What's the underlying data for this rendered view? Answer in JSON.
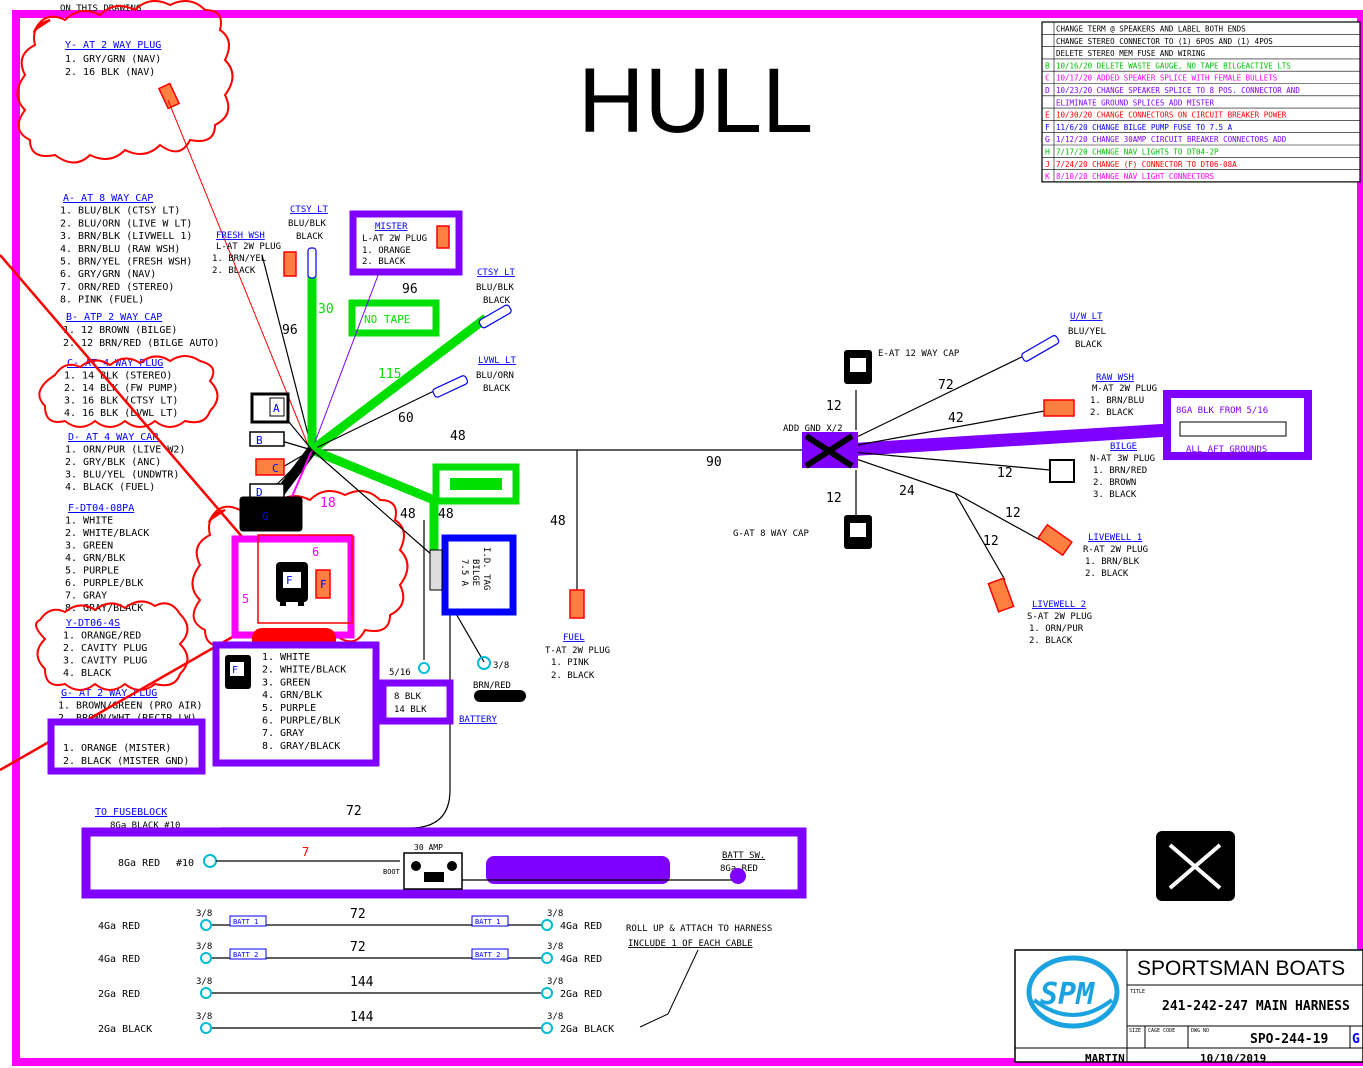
{
  "page_title": "HULL",
  "top_note": "ON THIS DRAWING",
  "revision_block": {
    "rows": [
      {
        "rev": "",
        "text": "CHANGE TERM @ SPEAKERS AND LABEL BOTH ENDS",
        "color": "#000000"
      },
      {
        "rev": "",
        "text": "CHANGE STEREO CONNECTOR TO (1) 6POS AND (1) 4POS",
        "color": "#000000"
      },
      {
        "rev": "",
        "text": "DELETE STEREO MEM FUSE AND WIRING",
        "color": "#000000"
      },
      {
        "rev": "B",
        "text": "10/16/20 DELETE WASTE GAUGE, NO TAPE BILGEACTIVE LTS",
        "color": "#00c000"
      },
      {
        "rev": "C",
        "text": "10/17/20 ADDED SPEAKER SPLICE WITH FEMALE BULLETS",
        "color": "#ff00ff"
      },
      {
        "rev": "D",
        "text": "10/23/20 CHANGE SPEAKER SPLICE TO 8 POS. CONNECTOR AND",
        "color": "#8000ff"
      },
      {
        "rev": "",
        "text": "ELIMINATE GROUND SPLICES ADD MISTER",
        "color": "#8000ff"
      },
      {
        "rev": "E",
        "text": "10/30/20 CHANGE CONNECTORS ON CIRCUIT BREAKER POWER",
        "color": "#ff0000"
      },
      {
        "rev": "F",
        "text": "11/6/20 CHANGE BILGE PUMP FUSE TO 7.5 A",
        "color": "#0000ff"
      },
      {
        "rev": "G",
        "text": "1/12/20 CHANGE 30AMP CIRCUIT BREAKER CONNECTORS ADD",
        "color": "#8000ff"
      },
      {
        "rev": "H",
        "text": "7/17/20 CHANGE NAV LIGHTS TO DT04-2P",
        "color": "#00c000"
      },
      {
        "rev": "J",
        "text": "7/24/20 CHANGE (F) CONNECTOR TO DT06-08A",
        "color": "#ff0000"
      },
      {
        "rev": "K",
        "text": "8/10/20 CHANGE NAV LIGHT CONNECTORS",
        "color": "#ff00ff"
      }
    ]
  },
  "connector_y": {
    "title": "Y- AT 2 WAY PLUG",
    "lines": [
      "1. GRY/GRN (NAV)",
      "2. 16 BLK (NAV)"
    ]
  },
  "connector_a": {
    "title": "A- AT 8 WAY CAP",
    "lines": [
      "1. BLU/BLK (CTSY LT)",
      "2. BLU/ORN (LIVE W LT)",
      "3. BRN/BLK (LIVWELL 1)",
      "4. BRN/BLU (RAW WSH)",
      "5. BRN/YEL (FRESH WSH)",
      "6. GRY/GRN (NAV)",
      "7. ORN/RED (STEREO)",
      "8. PINK (FUEL)"
    ]
  },
  "connector_b": {
    "title": "B- ATP 2 WAY CAP",
    "lines": [
      "1. 12 BROWN (BILGE)",
      "2. 12 BRN/RED (BILGE AUTO)"
    ]
  },
  "connector_c": {
    "title": "C- AT 4 WAY PLUG",
    "lines": [
      "1. 14 BLK (STEREO)",
      "2. 14 BLK (FW PUMP)",
      "3. 16 BLK (CTSY LT)",
      "4. 16 BLK (LVWL LT)"
    ]
  },
  "connector_d": {
    "title": "D- AT 4 WAY CAP",
    "lines": [
      "1. ORN/PUR (LIVE W2)",
      "2. GRY/BLK (ANC)",
      "3. BLU/YEL (UNDWTR)",
      "4. BLACK (FUEL)"
    ]
  },
  "connector_f": {
    "title": "F-DT04-08PA",
    "lines": [
      "1. WHITE",
      "2. WHITE/BLACK",
      "3. GREEN",
      "4. GRN/BLK",
      "5. PURPLE",
      "6. PURPLE/BLK",
      "7. GRAY",
      "8. GRAY/BLACK"
    ]
  },
  "connector_ydt": {
    "title": "Y-DT06-4S",
    "lines": [
      "1. ORANGE/RED",
      "2. CAVITY PLUG",
      "3. CAVITY PLUG",
      "4. BLACK"
    ]
  },
  "connector_g": {
    "title": "G- AT 2 WAY PLUG",
    "lines": [
      "1. BROWN/GREEN (PRO AIR)",
      "2. BROWN/WHT (RECIR LW)"
    ]
  },
  "connector_mister": {
    "lines": [
      "1. ORANGE (MISTER)",
      "2. BLACK (MISTER GND)"
    ]
  },
  "connector_f_lower": {
    "lines": [
      "1. WHITE",
      "2. WHITE/BLACK",
      "3. GREEN",
      "4. GRN/BLK",
      "5. PURPLE",
      "6. PURPLE/BLK",
      "7. GRAY",
      "8. GRAY/BLACK"
    ]
  },
  "ctsy_lt_1": {
    "title": "CTSY LT",
    "lines": [
      "BLU/BLK",
      "BLACK"
    ]
  },
  "fresh_wsh": {
    "title": "FRESH WSH",
    "lines": [
      "L-AT 2W PLUG",
      "1. BRN/YEL",
      "2. BLACK"
    ]
  },
  "mister": {
    "title": "MISTER",
    "lines": [
      "L-AT 2W PLUG",
      "1. ORANGE",
      "2. BLACK"
    ]
  },
  "ctsy_lt_2": {
    "title": "CTSY LT",
    "lines": [
      "BLU/BLK",
      "BLACK"
    ]
  },
  "lvwl_lt": {
    "title": "LVWL LT",
    "lines": [
      "BLU/ORN",
      "BLACK"
    ]
  },
  "uw_lt": {
    "title": "U/W LT",
    "lines": [
      "BLU/YEL",
      "BLACK"
    ]
  },
  "raw_wsh": {
    "title": "RAW WSH",
    "lines": [
      "M-AT 2W PLUG",
      "1. BRN/BLU",
      "2. BLACK"
    ]
  },
  "bilge": {
    "title": "BILGE",
    "lines": [
      "N-AT 3W PLUG",
      "1. BRN/RED",
      "2. BROWN",
      "3. BLACK"
    ]
  },
  "livewell_1": {
    "title": "LIVEWELL 1",
    "lines": [
      "R-AT 2W PLUG",
      "1. BRN/BLK",
      "2. BLACK"
    ]
  },
  "livewell_2": {
    "title": "LIVEWELL 2",
    "lines": [
      "S-AT 2W PLUG",
      "1. ORN/PUR",
      "2. BLACK"
    ]
  },
  "fuel": {
    "title": "FUEL",
    "lines": [
      "T-AT 2W PLUG",
      "1. PINK",
      "2. BLACK"
    ]
  },
  "e_cap": "E-AT 12 WAY CAP",
  "g_cap": "G-AT 8 WAY CAP",
  "add_gnd": "ADD GND X/2",
  "aft_grounds": {
    "line1": "8GA BLK FROM 5/16",
    "line2": "ALL AFT GROUNDS"
  },
  "no_tape": "NO TAPE",
  "bilge_fuse": [
    "I.D. TAG",
    "BILGE",
    "7.5 A"
  ],
  "battery_label": "BATTERY",
  "brn_red": "BRN/RED",
  "stud_38": "3/8",
  "stud_516": "5/16",
  "blk_8": "8 BLK",
  "blk_14": "14 BLK",
  "to_fuseblock": {
    "title": "TO FUSEBLOCK",
    "line": "8Ga BLACK #10"
  },
  "breaker": {
    "label": "30 AMP",
    "boot": "BOOT",
    "red_label": "8Ga RED",
    "ring": "#10",
    "len": "7"
  },
  "batt_sw": {
    "title": "BATT SW.",
    "line": "8Ga RED"
  },
  "wire_lengths": {
    "l96a": "96",
    "l96b": "96",
    "l30": "30",
    "l115": "115",
    "l60": "60",
    "l48a": "48",
    "l48b": "48",
    "l48c": "48",
    "l48d": "48",
    "l18": "18",
    "l90": "90",
    "l72a": "72",
    "l42": "42",
    "l12a": "12",
    "l12b": "12",
    "l12c": "12",
    "l12d": "12",
    "l12e": "12",
    "l24": "24",
    "l72b": "72",
    "l5": "5",
    "l6": "6"
  },
  "cables": [
    {
      "left_gauge": "4Ga RED",
      "left_stud": "3/8",
      "left_tag": "BATT 1",
      "len": "72",
      "right_tag": "BATT 1",
      "right_stud": "3/8",
      "right_gauge": "4Ga RED"
    },
    {
      "left_gauge": "4Ga RED",
      "left_stud": "3/8",
      "left_tag": "BATT 2",
      "len": "72",
      "right_tag": "BATT 2",
      "right_stud": "3/8",
      "right_gauge": "4Ga RED"
    },
    {
      "left_gauge": "2Ga RED",
      "left_stud": "3/8",
      "left_tag": "",
      "len": "144",
      "right_tag": "",
      "right_stud": "3/8",
      "right_gauge": "2Ga RED"
    },
    {
      "left_gauge": "2Ga BLACK",
      "left_stud": "3/8",
      "left_tag": "",
      "len": "144",
      "right_tag": "",
      "right_stud": "3/8",
      "right_gauge": "2Ga BLACK"
    }
  ],
  "roll_up_note": [
    "ROLL UP & ATTACH TO HARNESS",
    "INCLUDE 1 OF EACH CABLE"
  ],
  "title_block": {
    "company": "SPORTSMAN BOATS",
    "title_label": "TITLE",
    "title": "241-242-247 MAIN HARNESS",
    "logo_text": "SPM",
    "size_label": "SIZE",
    "cage_label": "CAGE CODE",
    "dwg_label": "DWG NO",
    "dwg_no": "SPO-244-19",
    "rev": "G",
    "drawn_by": "MARTIN",
    "date": "10/10/2019"
  },
  "colors": {
    "border": "#ff00ff",
    "purple": "#8000ff",
    "green": "#00e000",
    "red": "#ff0000",
    "blue": "#0000ff"
  }
}
